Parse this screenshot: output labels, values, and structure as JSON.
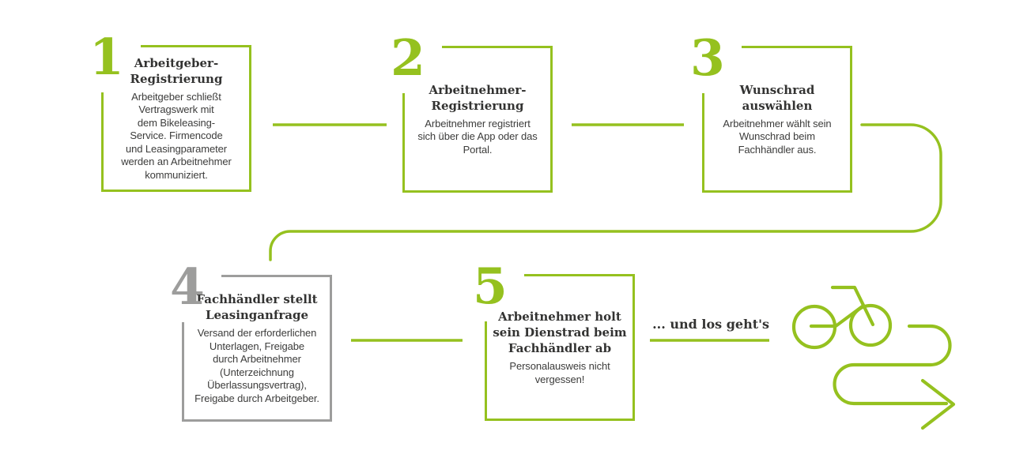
{
  "diagram": {
    "colors": {
      "green": "#95c11f",
      "gray": "#9d9d9c",
      "text": "#3c3c3b"
    },
    "steps": [
      {
        "number": "1",
        "title": [
          "Arbeitgeber-",
          "Registrierung"
        ],
        "body": [
          "Arbeitgeber schließt",
          "Vertragswerk mit",
          "dem Bikeleasing-",
          "Service. Firmencode",
          "und Leasingparameter",
          "werden an Arbeitnehmer",
          "kommuniziert."
        ]
      },
      {
        "number": "2",
        "title": [
          "Arbeitnehmer-",
          "Registrierung"
        ],
        "body": [
          "Arbeitnehmer registriert",
          "sich über die App oder das",
          "Portal."
        ]
      },
      {
        "number": "3",
        "title": [
          "Wunschrad",
          "auswählen"
        ],
        "body": [
          "Arbeitnehmer wählt sein",
          "Wunschrad beim",
          "Fachhändler aus."
        ]
      },
      {
        "number": "4",
        "title": [
          "Fachhändler stellt",
          "Leasinganfrage"
        ],
        "body": [
          "Versand der erforderlichen",
          "Unterlagen, Freigabe",
          "durch Arbeitnehmer",
          "(Unterzeichnung",
          "Überlassungsvertrag),",
          "Freigabe durch Arbeitgeber."
        ]
      },
      {
        "number": "5",
        "title": [
          "Arbeitnehmer holt",
          "sein Dienstrad beim",
          "Fachhändler ab"
        ],
        "body": [
          "Personalausweis nicht",
          "vergessen!"
        ]
      }
    ],
    "outro_label": "... und los geht's",
    "icons": [
      "bicycle-icon",
      "winding-arrow-icon"
    ]
  }
}
